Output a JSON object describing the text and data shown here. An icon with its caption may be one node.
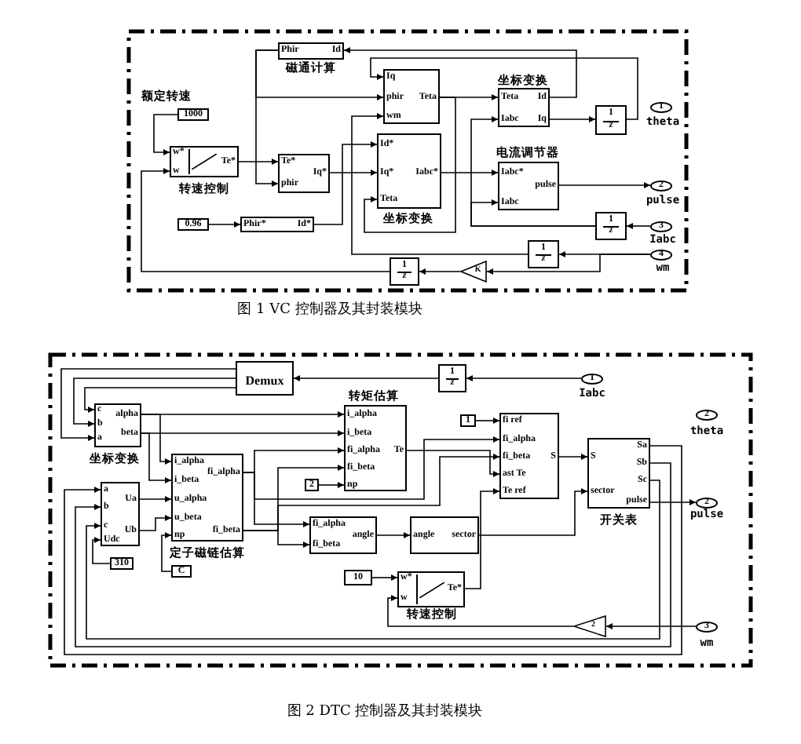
{
  "diagram": {
    "nodes": [
      {
        "text": [
          "Phir",
          "Id"
        ],
        "beside": [
          "磁通计算"
        ]
      },
      {
        "text": [
          "Teta",
          "Id",
          "Iabc",
          "Iq"
        ],
        "beside": [
          "坐标变换"
        ]
      },
      {
        "text": [
          "Iq",
          "phir",
          "Teta",
          "wm"
        ]
      },
      {
        "text": [
          "1000"
        ],
        "beside": [
          "额定转速"
        ]
      },
      {
        "text": [
          "1",
          "z"
        ]
      },
      {
        "text": [
          "1"
        ],
        "beside": [
          "theta"
        ]
      },
      {
        "text": [
          "w*",
          "w",
          "Te*"
        ],
        "beside": [
          "转速控制"
        ]
      },
      {
        "text": [
          "Te*",
          "phir",
          "Iq*"
        ]
      },
      {
        "text": [
          "Id*",
          "Iq*",
          "Teta",
          "Iabc*"
        ],
        "beside": [
          "坐标变换"
        ]
      },
      {
        "text": [
          "Iabc*",
          "pulse",
          "Iabc"
        ],
        "beside": [
          "电流调节器"
        ]
      },
      {
        "text": [
          "2"
        ],
        "beside": [
          "pulse"
        ]
      },
      {
        "text": [
          "0.96"
        ]
      },
      {
        "text": [
          "Phir*",
          "Id*"
        ]
      },
      {
        "text": [
          "1",
          "z"
        ]
      },
      {
        "text": [
          "3"
        ],
        "beside": [
          "Iabc"
        ]
      },
      {
        "text": [
          "1",
          "z"
        ]
      },
      {
        "text": [
          "4"
        ],
        "beside": [
          "wm"
        ]
      },
      {
        "text": [
          "K"
        ]
      },
      {
        "text": [
          "1",
          "z"
        ]
      },
      {
        "text": [
          "Demux"
        ]
      },
      {
        "text": [
          "1",
          "z"
        ]
      },
      {
        "text": [
          "1"
        ],
        "beside": [
          "Iabc"
        ]
      },
      {
        "text": [
          "c",
          "b",
          "a",
          "alpha",
          "beta"
        ],
        "beside": [
          "坐标变换"
        ]
      },
      {
        "text": [
          "i_alpha",
          "i_beta",
          "fi_alpha",
          "fi_beta",
          "np",
          "Te"
        ],
        "beside": [
          "转矩估算"
        ]
      },
      {
        "text": [
          "2"
        ],
        "beside": [
          "theta"
        ]
      },
      {
        "text": [
          "1"
        ]
      },
      {
        "text": [
          "fi ref",
          "fi_alpha",
          "fi_beta",
          "ast Te",
          "Te ref",
          "S"
        ]
      },
      {
        "text": [
          "S",
          "sector",
          "Sa",
          "Sb",
          "Sc",
          "pulse"
        ],
        "beside": [
          "开关表"
        ]
      },
      {
        "text": [
          "i_alpha",
          "i_beta",
          "u_alpha",
          "u_beta",
          "np",
          "fi_alpha",
          "fi_beta"
        ],
        "beside": [
          "定子磁链估算"
        ]
      },
      {
        "text": [
          "2"
        ]
      },
      {
        "text": [
          "a",
          "b",
          "c",
          "Udc",
          "Ua",
          "Ub"
        ]
      },
      {
        "text": [
          "2"
        ],
        "beside": [
          "pulse"
        ]
      },
      {
        "text": [
          "fi_alpha",
          "fi_beta",
          "angle"
        ]
      },
      {
        "text": [
          "angle",
          "sector"
        ]
      },
      {
        "text": [
          "310"
        ]
      },
      {
        "text": [
          "C"
        ]
      },
      {
        "text": [
          "10"
        ]
      },
      {
        "text": [
          "w*",
          "w",
          "Te*"
        ],
        "beside": [
          "转速控制"
        ]
      },
      {
        "text": [
          "2"
        ]
      },
      {
        "text": [
          "3"
        ],
        "beside": [
          "wm"
        ]
      }
    ],
    "edges": [
      {
        "from": 3,
        "to": 6,
        "arrow": "to"
      },
      {
        "from": 6,
        "to": 7,
        "arrow": "to"
      },
      {
        "from": 0,
        "to": 7,
        "arrow": "to"
      },
      {
        "from": 0,
        "to": 2,
        "arrow": "to"
      },
      {
        "from": 1,
        "to": 0,
        "arrow": "to"
      },
      {
        "from": 1,
        "to": 4,
        "arrow": "to"
      },
      {
        "from": 4,
        "to": 2,
        "arrow": "to"
      },
      {
        "from": 2,
        "to": 1,
        "arrow": "to"
      },
      {
        "from": 2,
        "to": 8,
        "arrow": "to"
      },
      {
        "from": 7,
        "to": 8,
        "arrow": "to"
      },
      {
        "from": 12,
        "to": 8,
        "arrow": "to"
      },
      {
        "from": 11,
        "to": 12,
        "arrow": "to"
      },
      {
        "from": 8,
        "to": 9,
        "arrow": "to"
      },
      {
        "from": 9,
        "to": 10,
        "arrow": "to"
      },
      {
        "from": 14,
        "to": 13,
        "arrow": "to"
      },
      {
        "from": 13,
        "to": 9,
        "arrow": "to"
      },
      {
        "from": 13,
        "to": 1,
        "arrow": "to"
      },
      {
        "from": 16,
        "to": 15,
        "arrow": "to"
      },
      {
        "from": 15,
        "to": 2,
        "arrow": "to"
      },
      {
        "from": 16,
        "to": 17,
        "arrow": "to"
      },
      {
        "from": 17,
        "to": 18,
        "arrow": "to"
      },
      {
        "from": 18,
        "to": 6,
        "arrow": "to"
      },
      {
        "from": 21,
        "to": 20,
        "arrow": "to"
      },
      {
        "from": 20,
        "to": 19,
        "arrow": "to"
      },
      {
        "from": 19,
        "to": 22,
        "arrow": "to"
      },
      {
        "from": 19,
        "to": 22,
        "arrow": "to"
      },
      {
        "from": 19,
        "to": 22,
        "arrow": "to"
      },
      {
        "from": 22,
        "to": 23,
        "arrow": "to"
      },
      {
        "from": 22,
        "to": 28,
        "arrow": "to"
      },
      {
        "from": 22,
        "to": 23,
        "arrow": "to"
      },
      {
        "from": 22,
        "to": 28,
        "arrow": "to"
      },
      {
        "from": 30,
        "to": 28,
        "arrow": "to"
      },
      {
        "from": 30,
        "to": 28,
        "arrow": "to"
      },
      {
        "from": 34,
        "to": 30,
        "arrow": "to"
      },
      {
        "from": 35,
        "to": 28,
        "arrow": "to"
      },
      {
        "from": 28,
        "to": 23,
        "arrow": "to"
      },
      {
        "from": 28,
        "to": 32,
        "arrow": "to"
      },
      {
        "from": 28,
        "to": 26,
        "arrow": "to"
      },
      {
        "from": 28,
        "to": 23,
        "arrow": "to"
      },
      {
        "from": 28,
        "to": 32,
        "arrow": "to"
      },
      {
        "from": 28,
        "to": 26,
        "arrow": "to"
      },
      {
        "from": 29,
        "to": 23,
        "arrow": "to"
      },
      {
        "from": 23,
        "to": 26,
        "arrow": "to"
      },
      {
        "from": 25,
        "to": 26,
        "arrow": "to"
      },
      {
        "from": 37,
        "to": 26,
        "arrow": "to"
      },
      {
        "from": 26,
        "to": 27,
        "arrow": "to"
      },
      {
        "from": 32,
        "to": 33,
        "arrow": "to"
      },
      {
        "from": 33,
        "to": 27,
        "arrow": "to"
      },
      {
        "from": 27,
        "to": 31,
        "arrow": "to"
      },
      {
        "from": 36,
        "to": 37,
        "arrow": "to"
      },
      {
        "from": 39,
        "to": 38,
        "arrow": "to"
      },
      {
        "from": 38,
        "to": 37,
        "arrow": "to"
      },
      {
        "from": 27,
        "to": 30,
        "arrow": "to"
      },
      {
        "from": 27,
        "to": 30,
        "arrow": "to"
      },
      {
        "from": 27,
        "to": 30,
        "arrow": "to"
      }
    ],
    "labels": [
      "图 1 VC 控制器及其封装模块",
      "图 2 DTC 控制器及其封装模块"
    ]
  }
}
